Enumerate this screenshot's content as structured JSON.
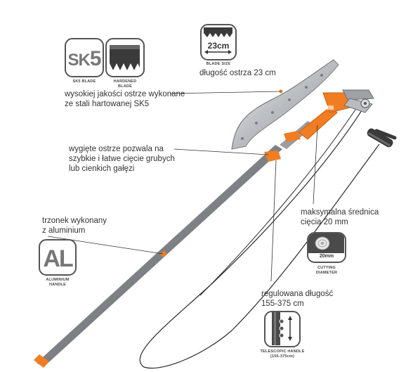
{
  "annotations": {
    "blade_length": "długość ostrza 23 cm",
    "blade_quality_line1": "wysokiej jakości ostrze wykonane",
    "blade_quality_line2": "ze stali hartowanej SK5",
    "curved_line1": "wygięte ostrze pozwala na",
    "curved_line2": "szybkie i łatwe cięcie grubych",
    "curved_line3": "lub cienkich gałęzi",
    "shaft_line1": "trzonek wykonany",
    "shaft_line2": "z aluminium",
    "diameter_line1": "maksymalna średnica",
    "diameter_line2": "cięcia 20 mm",
    "length_line1": "regulowana długość",
    "length_line2": "155-375 cm"
  },
  "badges": {
    "sk5": {
      "text_sk": "SK",
      "text_5": "5",
      "caption": "SK5 BLADE"
    },
    "hardened": {
      "caption_line1": "HARDENED",
      "caption_line2": "BLADE"
    },
    "blade_size": {
      "value": "23cm",
      "caption": "BLADE SIZE"
    },
    "aluminium": {
      "text": "AL",
      "caption_line1": "ALUMINIUM",
      "caption_line2": "HANDLE"
    },
    "cutting": {
      "value": "20mm",
      "caption_line1": "CUTTING",
      "caption_line2": "DIAMETER"
    },
    "telescopic": {
      "caption_line1": "TELESCOPIC HANDLE",
      "caption_line2": "(155-375cm)"
    }
  },
  "colors": {
    "accent_orange": "#f07d22",
    "shaft_gray": "#8a8d90",
    "badge_border": "#555555",
    "text": "#333333"
  },
  "icons": {
    "sk5": "sk5-badge-icon",
    "hardened": "hardened-blade-icon",
    "blade_size": "blade-size-icon",
    "aluminium": "aluminium-icon",
    "cutting": "cutting-diameter-icon",
    "telescopic": "telescopic-handle-icon"
  }
}
